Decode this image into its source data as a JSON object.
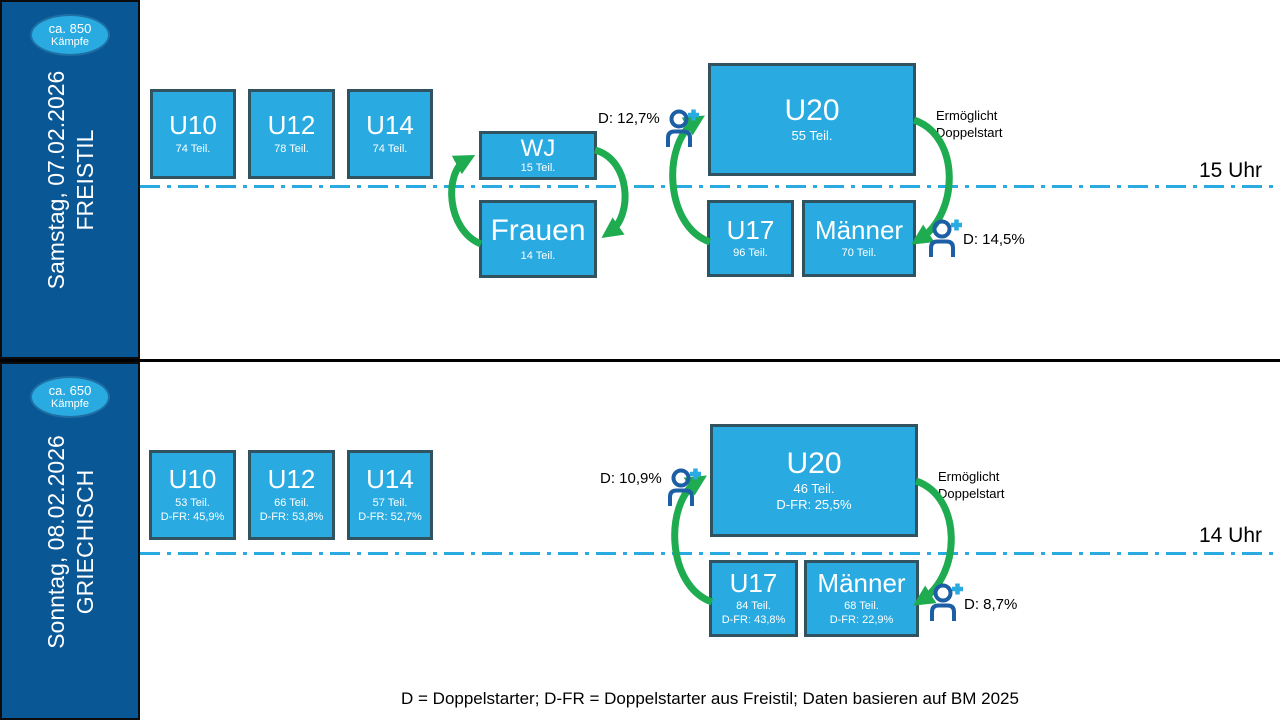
{
  "colors": {
    "sidebar_blue": "#0a5796",
    "box_fill": "#29abe2",
    "box_border": "#31525f",
    "badge_border": "#1e6fa4",
    "arrow_green": "#1fab4f",
    "timeline_blue": "#29abe2",
    "icon_blue": "#1c5fa5",
    "icon_plus_blue": "#29abe2",
    "divider_black": "#000000"
  },
  "icons": {
    "doppelstarter_icon": "person-plus"
  },
  "sections": [
    {
      "badge": {
        "line1": "ca. 850",
        "line2": "Kämpfe"
      },
      "title_line1": "Samstag, 07.02.2026",
      "title_line2": "FREISTIL",
      "time_label": "15 Uhr",
      "boxes": {
        "u10": {
          "label": "U10",
          "line1": "74 Teil."
        },
        "u12": {
          "label": "U12",
          "line1": "78 Teil."
        },
        "u14": {
          "label": "U14",
          "line1": "74 Teil."
        },
        "wj": {
          "label": "WJ",
          "line1": "15 Teil."
        },
        "frauen": {
          "label": "Frauen",
          "line1": "14 Teil."
        },
        "u20": {
          "label": "U20",
          "line1": "55 Teil."
        },
        "u17": {
          "label": "U17",
          "line1": "96 Teil."
        },
        "maenner": {
          "label": "Männer",
          "line1": "70 Teil."
        }
      },
      "doppel_in": "D: 12,7%",
      "doppel_out": "D: 14,5%",
      "enable_line1": "Ermöglicht",
      "enable_line2": "Doppelstart"
    },
    {
      "badge": {
        "line1": "ca. 650",
        "line2": "Kämpfe"
      },
      "title_line1": "Sonntag, 08.02.2026",
      "title_line2": "GRIECHISCH",
      "time_label": "14 Uhr",
      "boxes": {
        "u10": {
          "label": "U10",
          "line1": "53 Teil.",
          "line2": "D-FR: 45,9%"
        },
        "u12": {
          "label": "U12",
          "line1": "66 Teil.",
          "line2": "D-FR: 53,8%"
        },
        "u14": {
          "label": "U14",
          "line1": "57 Teil.",
          "line2": "D-FR: 52,7%"
        },
        "u20": {
          "label": "U20",
          "line1": "46 Teil.",
          "line2": "D-FR: 25,5%"
        },
        "u17": {
          "label": "U17",
          "line1": "84 Teil.",
          "line2": "D-FR: 43,8%"
        },
        "maenner": {
          "label": "Männer",
          "line1": "68 Teil.",
          "line2": "D-FR: 22,9%"
        }
      },
      "doppel_in": "D: 10,9%",
      "doppel_out": "D: 8,7%",
      "enable_line1": "Ermöglicht",
      "enable_line2": "Doppelstart"
    }
  ],
  "footer": "D = Doppelstarter; D-FR = Doppelstarter aus Freistil; Daten basieren auf BM 2025"
}
